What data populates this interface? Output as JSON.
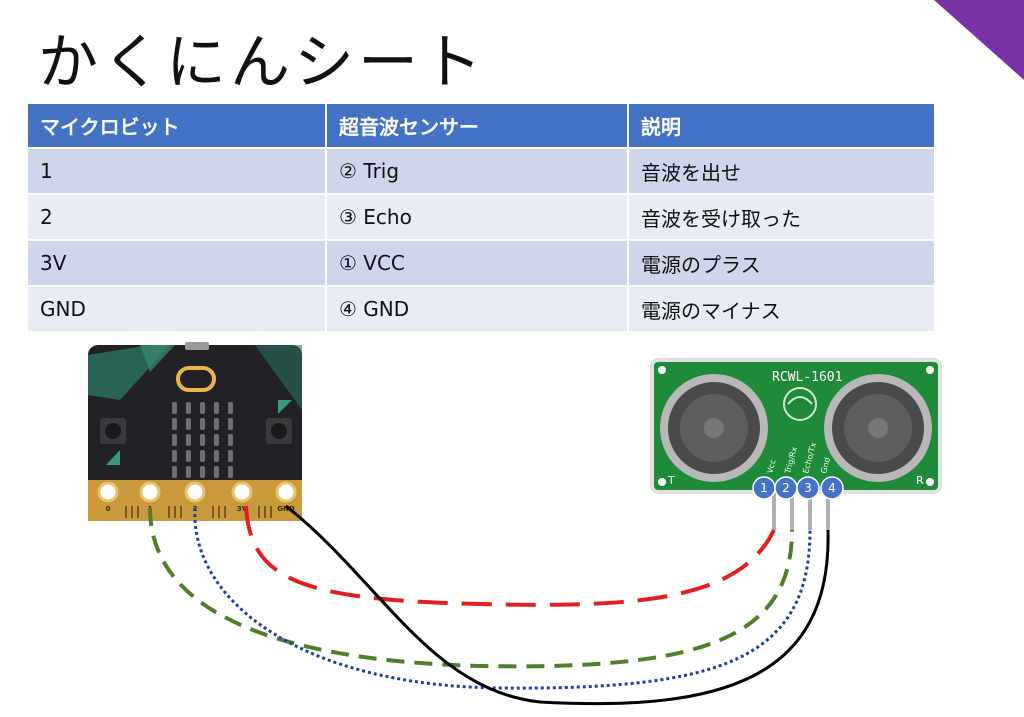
{
  "title": "かくにんシート",
  "table": {
    "headers": [
      "マイクロビット",
      "超音波センサー",
      "説明"
    ],
    "rows": [
      [
        "1",
        "② Trig",
        "音波を出せ"
      ],
      [
        "2",
        "③ Echo",
        "音波を受け取った"
      ],
      [
        "3V",
        "① VCC",
        "電源のプラス"
      ],
      [
        "GND",
        "④ GND",
        "電源のマイナス"
      ]
    ]
  },
  "microbit": {
    "pin_labels": [
      "0",
      "1",
      "2",
      "3V",
      "GND"
    ]
  },
  "sensor": {
    "model": "RCWL-1601",
    "pin_labels": [
      "Vcc",
      "Trig/Rx",
      "Echo/Tx",
      "Gnd"
    ],
    "pin_numbers": [
      "1",
      "2",
      "3",
      "4"
    ],
    "side_labels": [
      "T",
      "R"
    ]
  },
  "colors": {
    "header_blue": "#4472c4",
    "wire_3v": "#e02020",
    "wire_gnd": "#000000",
    "wire_pin1": "#4f7f2a",
    "wire_pin2": "#1f3fa0",
    "corner_purple": "#7a33a6"
  }
}
